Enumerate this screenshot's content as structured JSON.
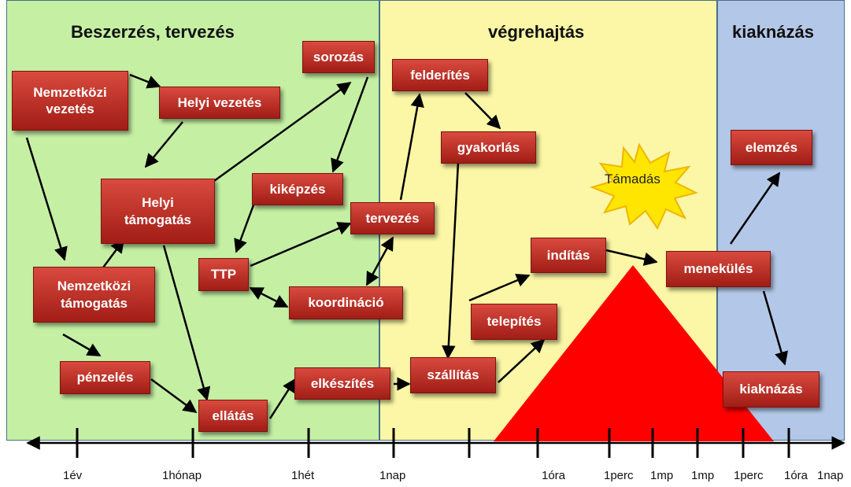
{
  "phases": [
    "Beszerzés, tervezés",
    "végrehajtás",
    "kiaknázás"
  ],
  "boxes": {
    "nemzetkozi_vezetes": "Nemzetközi\nvezetés",
    "helyi_vezetes": "Helyi vezetés",
    "sorozas": "sorozás",
    "felderites": "felderítés",
    "gyakorlas": "gyakorlás",
    "helyi_tamogatas": "Helyi\ntámogatás",
    "kikepzes": "kiképzés",
    "tervezes": "tervezés",
    "ttp": "TTP",
    "koordinacio": "koordináció",
    "nemzetkozi_tamogatas": "Nemzetközi\ntámogatás",
    "penzeles": "pénzelés",
    "ellatas": "ellátás",
    "elkeszites": "elkészítés",
    "szallitas": "szállítás",
    "telepites": "telepítés",
    "inditas": "indítás",
    "menekules": "menekülés",
    "elemzes": "elemzés",
    "kiaknazas": "kiaknázás"
  },
  "attack_label": "Támadás",
  "timeline_ticks": [
    "1év",
    "1hónap",
    "1hét",
    "1nap",
    "1óra",
    "1perc",
    "1mp",
    "1mp",
    "1perc",
    "1óra",
    "1nap"
  ],
  "colors": {
    "planning_zone": "#c5f0a4",
    "execution_zone": "#fbf7a6",
    "exploitation_zone": "#b3c8e8",
    "box": "#c0302a",
    "attack_triangle": "#ff0000",
    "burst": "#ffe600"
  }
}
